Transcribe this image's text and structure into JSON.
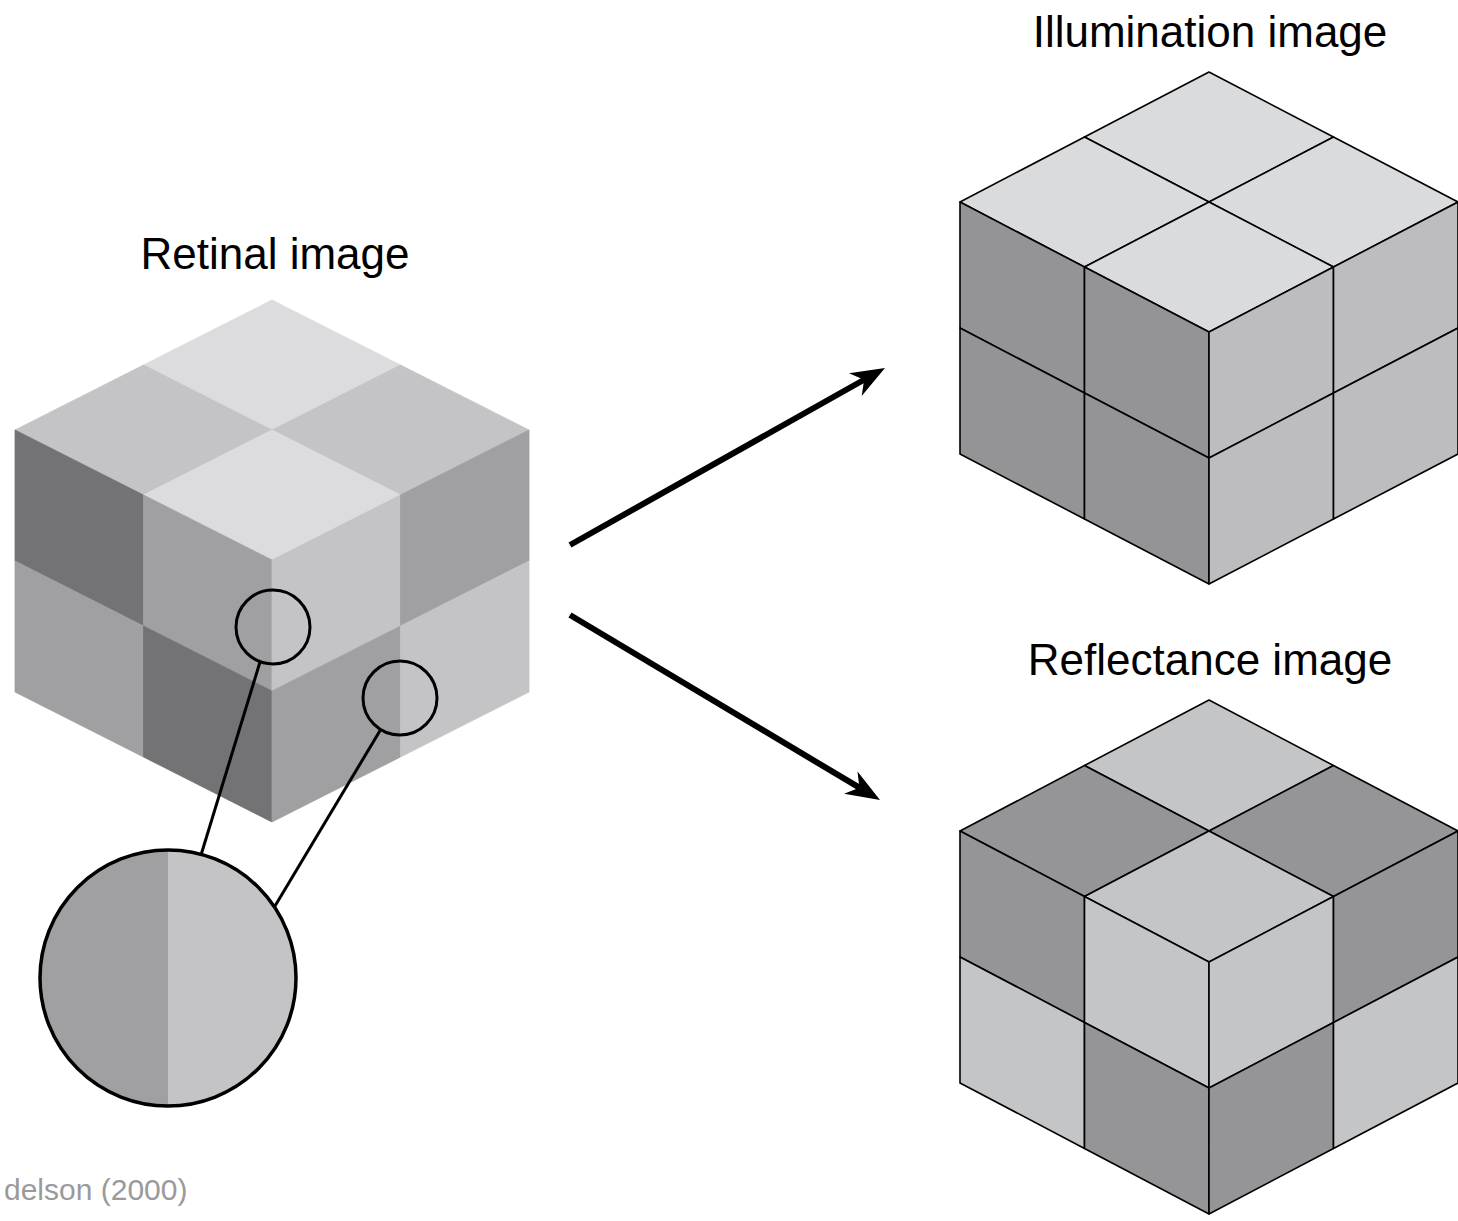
{
  "diagram": {
    "nodes": [
      {
        "text": [
          "Retinal image"
        ]
      },
      {
        "text": [
          "Illumination image"
        ]
      },
      {
        "text": [
          "Reflectance image"
        ]
      }
    ],
    "edges": [
      {
        "from": 0,
        "to": 1,
        "arrow": "to"
      },
      {
        "from": 0,
        "to": 2,
        "arrow": "to"
      }
    ],
    "labels": [
      "delson (2000)"
    ]
  }
}
